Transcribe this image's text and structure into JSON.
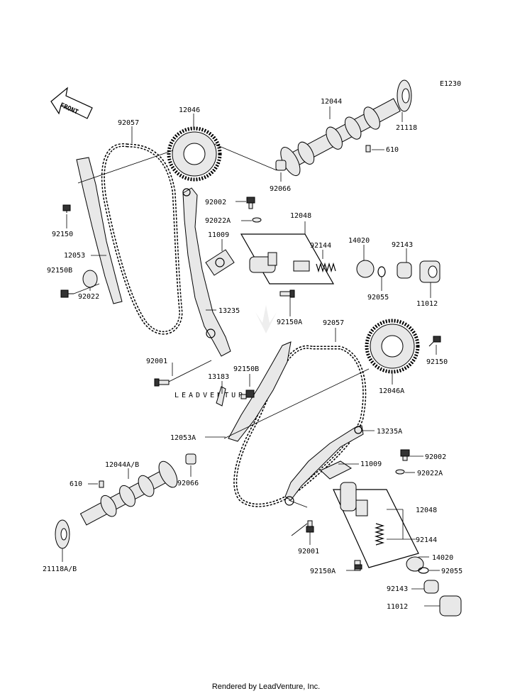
{
  "diagram_code": "E1230",
  "front_label": "FRONT",
  "watermark": "LEADVENTURE",
  "footer": "Rendered by LeadVenture, Inc.",
  "labels": {
    "p12046": "12046",
    "p92057": "92057",
    "p12044": "12044",
    "p21118": "21118",
    "p610": "610",
    "p92066": "92066",
    "p92002": "92002",
    "p92022A": "92022A",
    "p12048": "12048",
    "p11009": "11009",
    "p92144": "92144",
    "p14020": "14020",
    "p92143": "92143",
    "p92055": "92055",
    "p11012": "11012",
    "p92150": "92150",
    "p12053": "12053",
    "p92150B": "92150B",
    "p92022": "92022",
    "p13235": "13235",
    "p92150A": "92150A",
    "p92057b": "92057",
    "p92001": "92001",
    "p13183": "13183",
    "p92150Bb": "92150B",
    "p92150b": "92150",
    "p12046A": "12046A",
    "p12053A": "12053A",
    "p13235A": "13235A",
    "p12044AB": "12044A/B",
    "p610b": "610",
    "p92066b": "92066",
    "p11009b": "11009",
    "p92002b": "92002",
    "p92022Ab": "92022A",
    "p12048b": "12048",
    "p92144b": "92144",
    "p92001b": "92001",
    "p14020b": "14020",
    "p92150Ab": "92150A",
    "p92055b": "92055",
    "p92143b": "92143",
    "p11012b": "11012",
    "p21118AB": "21118A/B"
  }
}
